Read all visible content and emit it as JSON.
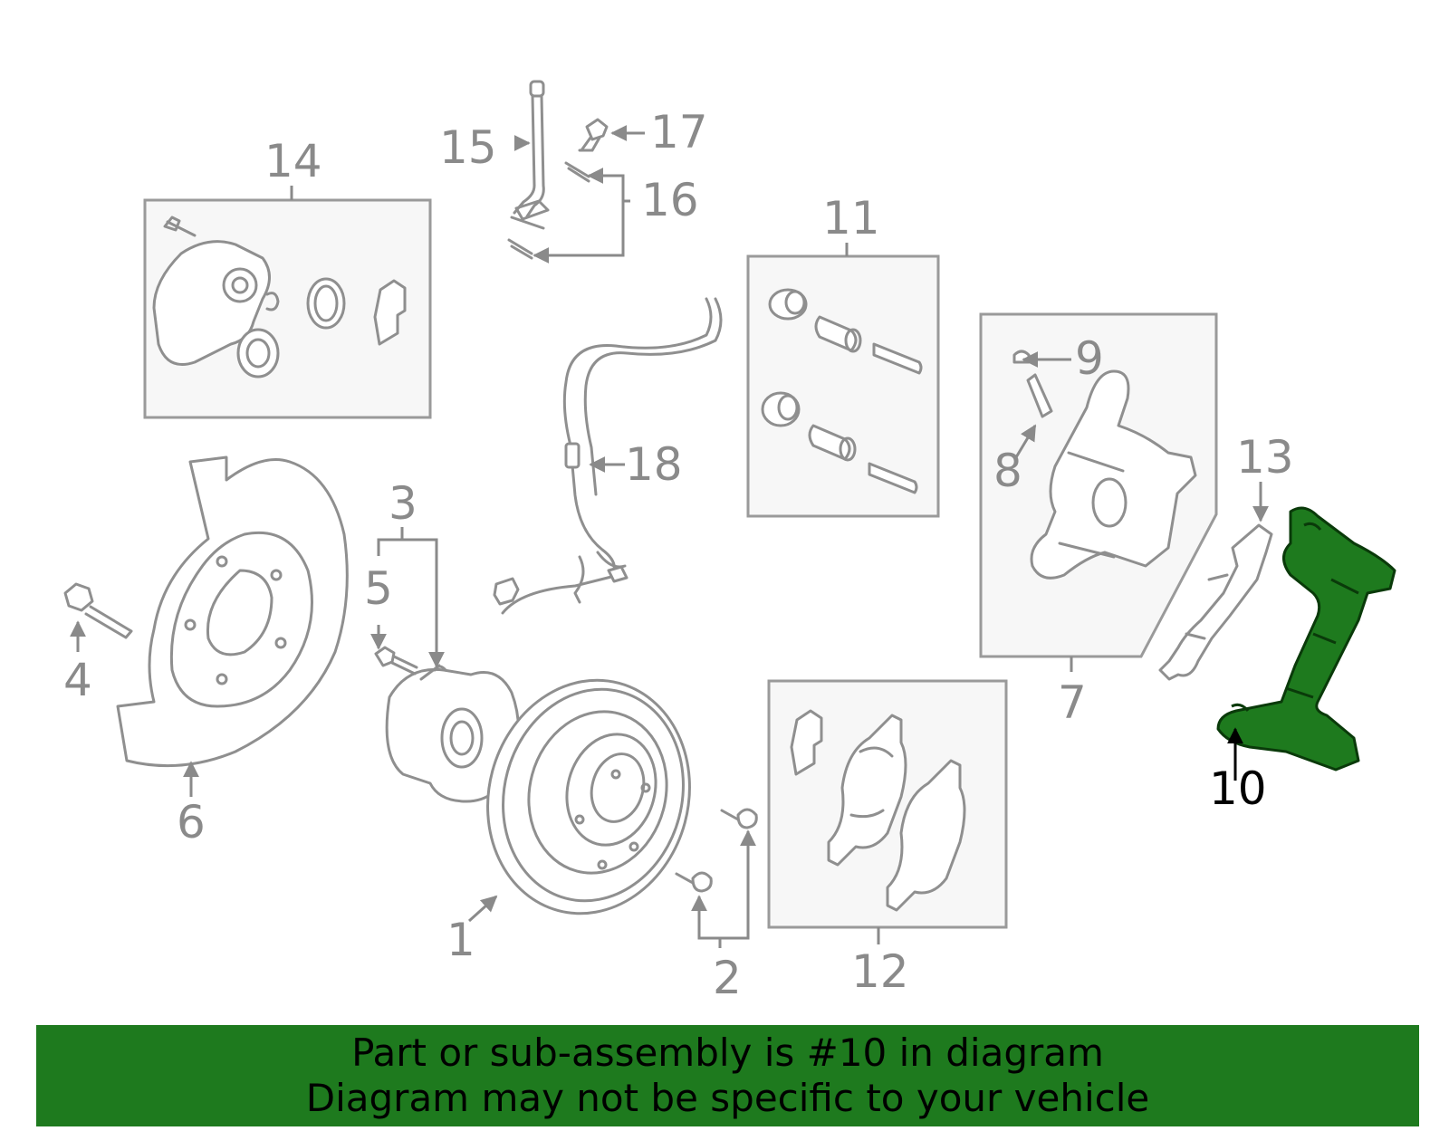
{
  "diagram": {
    "highlight_color": "#1e7a1e",
    "callouts": [
      "1",
      "2",
      "3",
      "4",
      "5",
      "6",
      "7",
      "8",
      "9",
      "10",
      "11",
      "12",
      "13",
      "14",
      "15",
      "16",
      "17",
      "18"
    ],
    "highlighted": "10"
  },
  "banner": {
    "line1": "Part or sub-assembly is #10 in diagram",
    "line2": "Diagram may not be specific to your vehicle"
  }
}
